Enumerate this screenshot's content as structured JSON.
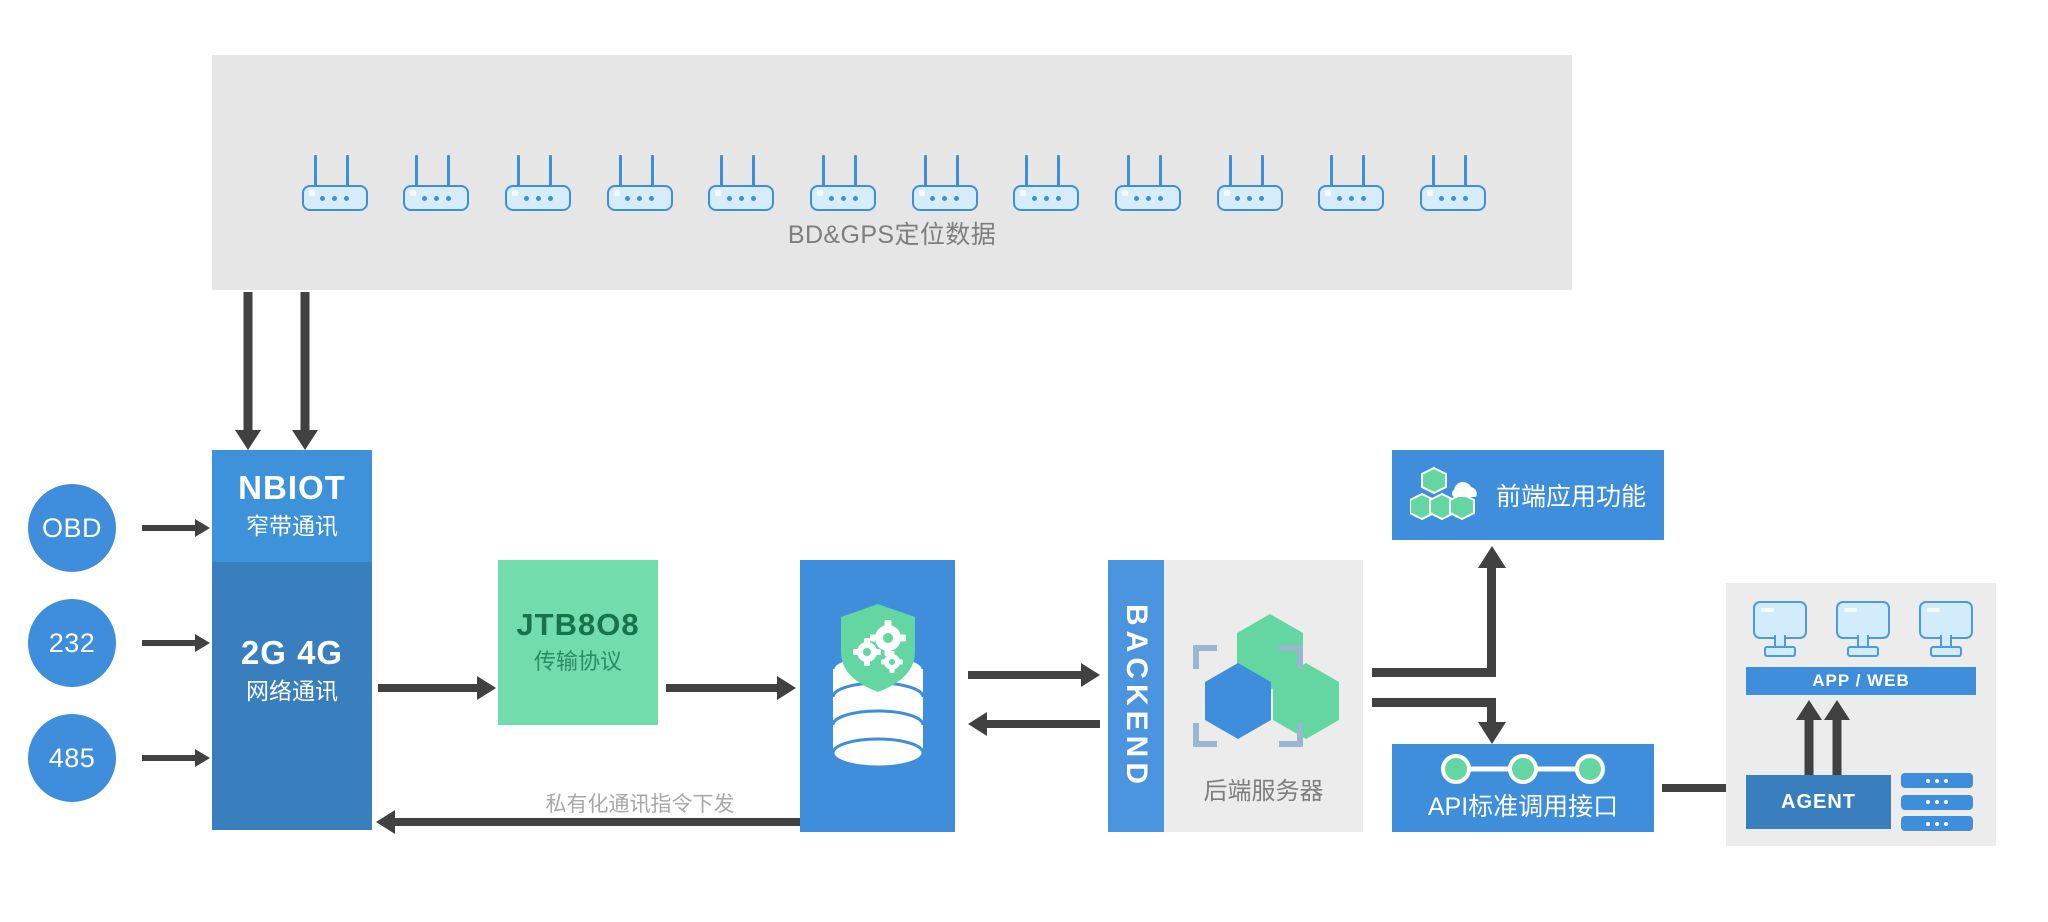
{
  "diagram": {
    "title": "IoT vehicle telematics platform architecture",
    "device_band": {
      "label": "BD&GPS定位数据",
      "icon": "router-icon",
      "router_count": 12
    },
    "inputs": [
      {
        "label": "OBD",
        "icon": "obd-circle"
      },
      {
        "label": "232",
        "icon": "rs232-circle"
      },
      {
        "label": "485",
        "icon": "rs485-circle"
      }
    ],
    "comm_stack": {
      "top": {
        "title": "NBIOT",
        "subtitle": "窄带通讯",
        "color": "#3d92d9"
      },
      "bottom": {
        "title": "2G  4G",
        "subtitle": "网络通讯",
        "color": "#3a7fbd"
      }
    },
    "protocol": {
      "title": "JTB8O8",
      "subtitle": "传输协议",
      "bg": "#73dcad",
      "fg": "#16744c"
    },
    "secure_db": {
      "icon": "secure-database-icon",
      "bg": "#3f8edb"
    },
    "backend": {
      "bar_label": "BACKEND",
      "caption": "后端服务器",
      "icon": "hexagon-cluster-icon",
      "bar_color": "#4a95dd",
      "panel_color": "#ececec"
    },
    "frontend": {
      "label": "前端应用功能",
      "icon": "cloud-cubes-icon",
      "bg": "#3f8edb"
    },
    "api": {
      "label": "API标准调用接口",
      "icon": "api-nodes-icon",
      "bg": "#3f8edb"
    },
    "client": {
      "monitor_count": 3,
      "app_web_label": "APP / WEB",
      "agent_label": "AGENT",
      "rack_count": 3,
      "panel_color": "#ececec"
    },
    "feedback_label": "私有化通讯指令下发",
    "arrow_color": "#414141"
  }
}
